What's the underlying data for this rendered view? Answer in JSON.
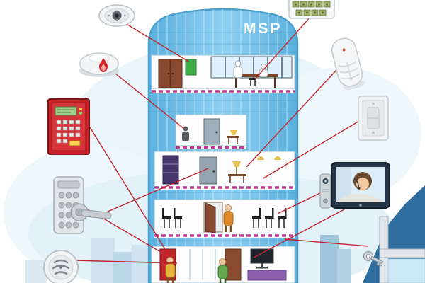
{
  "scene": {
    "building_label": "MSP"
  },
  "colors": {
    "glass_blue": "#6fbfe9",
    "glass_light": "#b9e2f6",
    "connector_red": "#c0272d",
    "stripe_magenta": "#c0399f",
    "fire_panel_red": "#c92127",
    "intercom_frame_navy": "#243447",
    "skyline_dark_blue": "#2f6e9e",
    "interior_white": "#fdfdfd"
  },
  "devices": [
    {
      "name": "ceiling-smoke-detector"
    },
    {
      "name": "smoke-detector-flame"
    },
    {
      "name": "fire-alarm-panel"
    },
    {
      "name": "keypad-lock"
    },
    {
      "name": "door-lever-handle"
    },
    {
      "name": "alarm-sounder"
    },
    {
      "name": "terminal-block-module"
    },
    {
      "name": "pir-motion-sensor"
    },
    {
      "name": "light-switch"
    },
    {
      "name": "video-intercom-monitor"
    },
    {
      "name": "door-station"
    },
    {
      "name": "window-lock-key"
    }
  ]
}
